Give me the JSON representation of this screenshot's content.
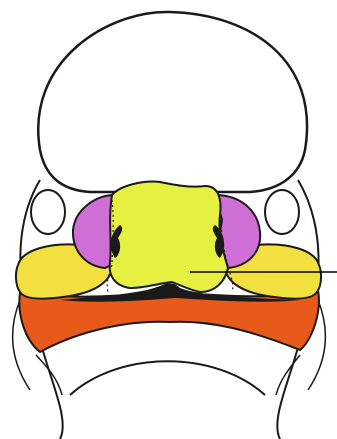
{
  "figure": {
    "subject": "embryo-face-ventral-view",
    "regions": [
      {
        "name": "frontonasal-prominence",
        "color": "#e6f040"
      },
      {
        "name": "medial-nasal-process-left",
        "color": "#cf6fd6"
      },
      {
        "name": "medial-nasal-process-right",
        "color": "#cf6fd6"
      },
      {
        "name": "maxillary-prominence",
        "color": "#f2e040"
      },
      {
        "name": "mandibular-arch",
        "color": "#e85a1a"
      }
    ],
    "outline_color": "#1a1a1a",
    "leader_line_color": "#000000"
  }
}
